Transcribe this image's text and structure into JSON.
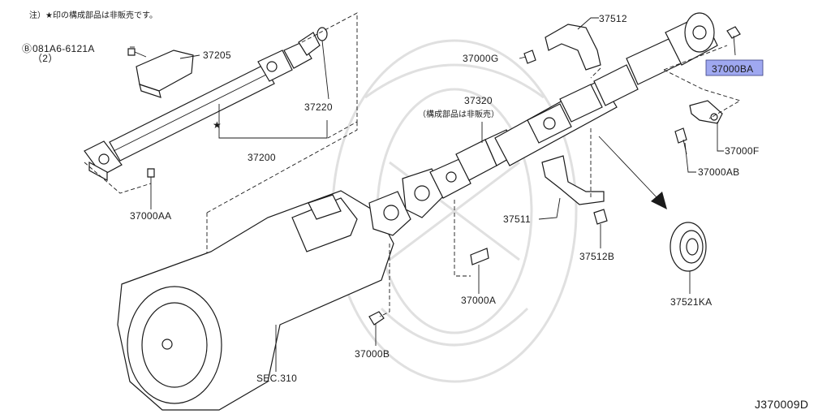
{
  "note": "注）★印の構成部品は非販売です。",
  "legend_star": "★",
  "bolt_spec": {
    "code": "081A6-6121A",
    "prefix": "Ⓑ",
    "qty": "（2）"
  },
  "sub_note": "（構成部品は非販売）",
  "diagram_id": "J370009D",
  "highlight_color": "#9fa8f0",
  "labels": {
    "p37205": "37205",
    "p37220": "37220",
    "p37200": "37200",
    "p37000AA": "37000AA",
    "p37320": "37320",
    "p37512": "37512",
    "p37000G": "37000G",
    "p37000BA": "37000BA",
    "p37000F": "37000F",
    "p37000AB": "37000AB",
    "p37511": "37511",
    "p37512B": "37512B",
    "p37521KA": "37521KA",
    "p37000A": "37000A",
    "p37000B": "37000B",
    "sec310": "SEC.310"
  }
}
